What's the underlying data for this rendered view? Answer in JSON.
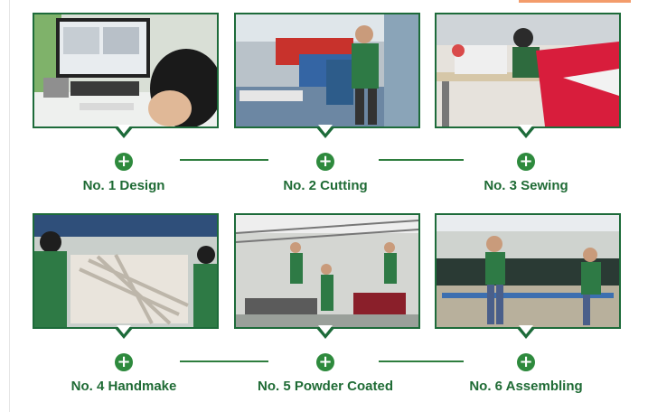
{
  "process": {
    "steps": [
      {
        "label": "No. 1 Design",
        "photo": "design-photo"
      },
      {
        "label": "No. 2 Cutting",
        "photo": "cutting-photo"
      },
      {
        "label": "No. 3 Sewing",
        "photo": "sewing-photo"
      },
      {
        "label": "No. 4 Handmake",
        "photo": "handmake-photo"
      },
      {
        "label": "No. 5 Powder Coated",
        "photo": "powder-coated-photo"
      },
      {
        "label": "No. 6 Assembling",
        "photo": "assembling-photo"
      }
    ],
    "plus_glyph": "+",
    "colors": {
      "frame": "#1d6b3a",
      "label": "#1f6b35",
      "plus": "#2e8a3d"
    }
  }
}
